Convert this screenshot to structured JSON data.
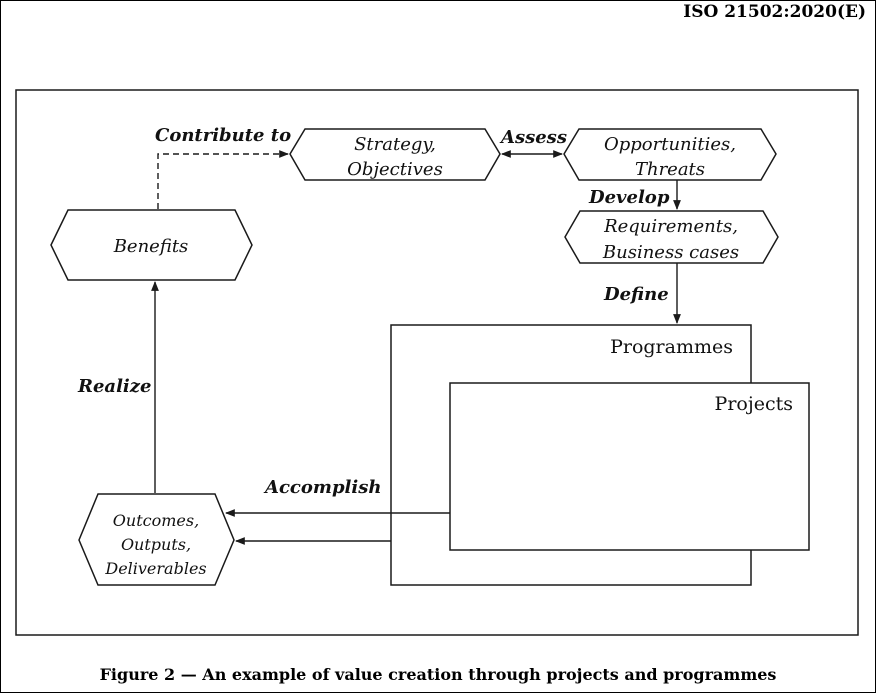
{
  "header": {
    "standard_code": "ISO 21502:2020(E)"
  },
  "diagram": {
    "nodes": {
      "strategy": [
        "Strategy,",
        "Objectives"
      ],
      "opportunities": [
        "Opportunities,",
        "Threats"
      ],
      "requirements": [
        "Requirements,",
        "Business cases"
      ],
      "benefits": [
        "Benefits"
      ],
      "outcomes": [
        "Outcomes,",
        "Outputs,",
        "Deliverables"
      ]
    },
    "containers": {
      "programmes": "Programmes",
      "projects": "Projects"
    },
    "edges": {
      "contribute_to": "Contribute to",
      "assess": "Assess",
      "develop": "Develop",
      "define": "Define",
      "realize": "Realize",
      "accomplish": "Accomplish"
    },
    "colors": {
      "stroke": "#1a1a1a",
      "fill": "#ffffff"
    }
  },
  "caption": {
    "text": "Figure 2 — An example of value creation through projects and programmes"
  }
}
